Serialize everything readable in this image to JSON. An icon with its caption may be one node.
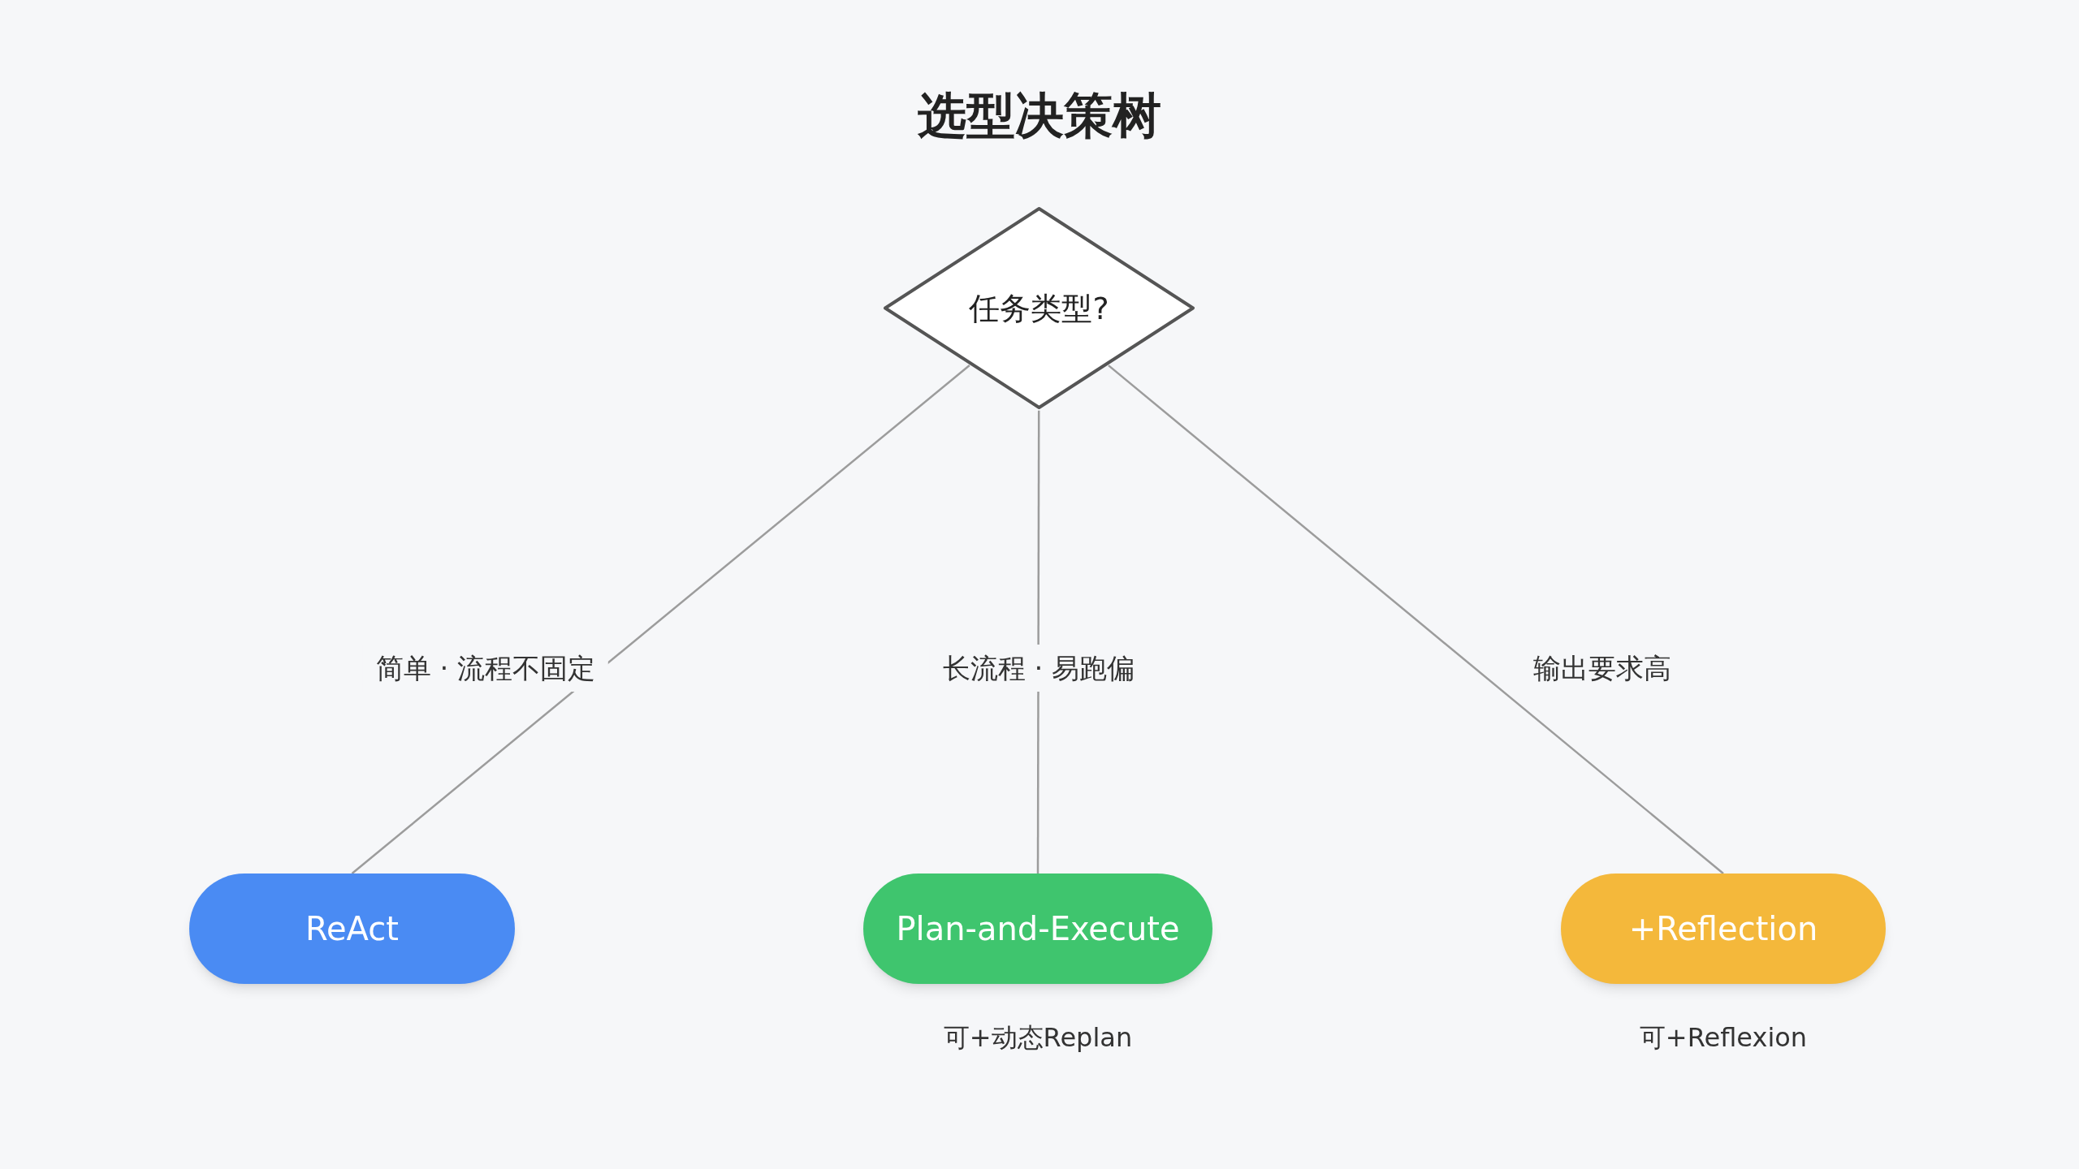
{
  "diagram": {
    "title": "选型决策树",
    "nodes": [
      {
        "text": [
          "任务类型?"
        ]
      },
      {
        "text": [
          "ReAct"
        ]
      },
      {
        "text": [
          "Plan-and-Execute"
        ],
        "beside": [
          "可+动态Replan"
        ]
      },
      {
        "text": [
          "+Reflection"
        ],
        "beside": [
          "可+Reflexion"
        ]
      }
    ],
    "edges": [
      {
        "from": 0,
        "to": 1,
        "arrow": "none",
        "label": "简单 · 流程不固定"
      },
      {
        "from": 0,
        "to": 2,
        "arrow": "none",
        "label": "长流程 · 易跑偏"
      },
      {
        "from": 0,
        "to": 3,
        "arrow": "none",
        "label": "输出要求高"
      }
    ]
  }
}
